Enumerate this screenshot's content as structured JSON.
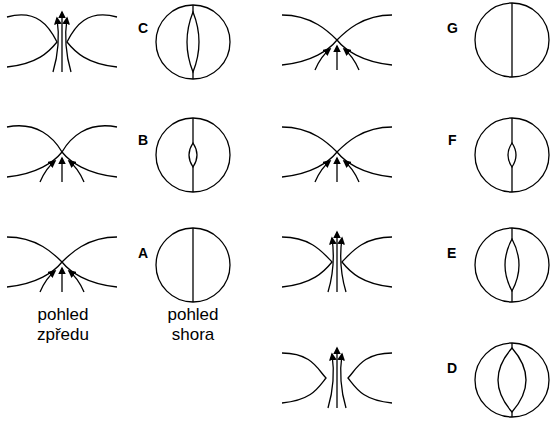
{
  "diagram": {
    "labels": [
      "C",
      "G",
      "B",
      "F",
      "A",
      "E",
      "D",
      "pohled zpředu",
      "pohled shora"
    ]
  }
}
